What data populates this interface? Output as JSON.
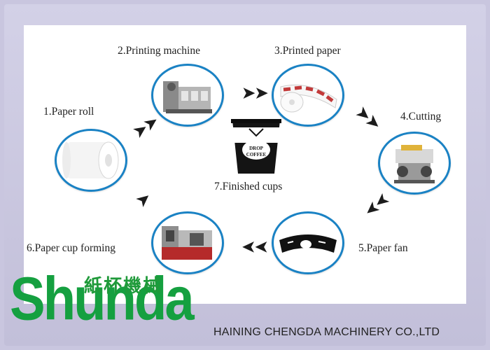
{
  "steps": [
    {
      "label": "1.Paper roll",
      "icon": "paper-roll-icon"
    },
    {
      "label": "2.Printing machine",
      "icon": "printing-machine-icon"
    },
    {
      "label": "3.Printed paper",
      "icon": "printed-paper-icon"
    },
    {
      "label": "4.Cutting",
      "icon": "cutting-machine-icon"
    },
    {
      "label": "5.Paper fan",
      "icon": "paper-fan-icon"
    },
    {
      "label": "6.Paper cup forming",
      "icon": "cup-forming-machine-icon"
    },
    {
      "label": "7.Finished cups",
      "icon": "finished-cup-icon"
    }
  ],
  "cup": {
    "brand_text": "DROP",
    "brand_text2": "COFFEE"
  },
  "brand": {
    "name_en": "Shunda",
    "name_cn": "紙杯機械"
  },
  "company": "HAINING CHENGDA MACHINERY CO.,LTD",
  "colors": {
    "circle_border": "#1a82c4",
    "brand_green": "#15a040",
    "background": "#c9c6df"
  }
}
